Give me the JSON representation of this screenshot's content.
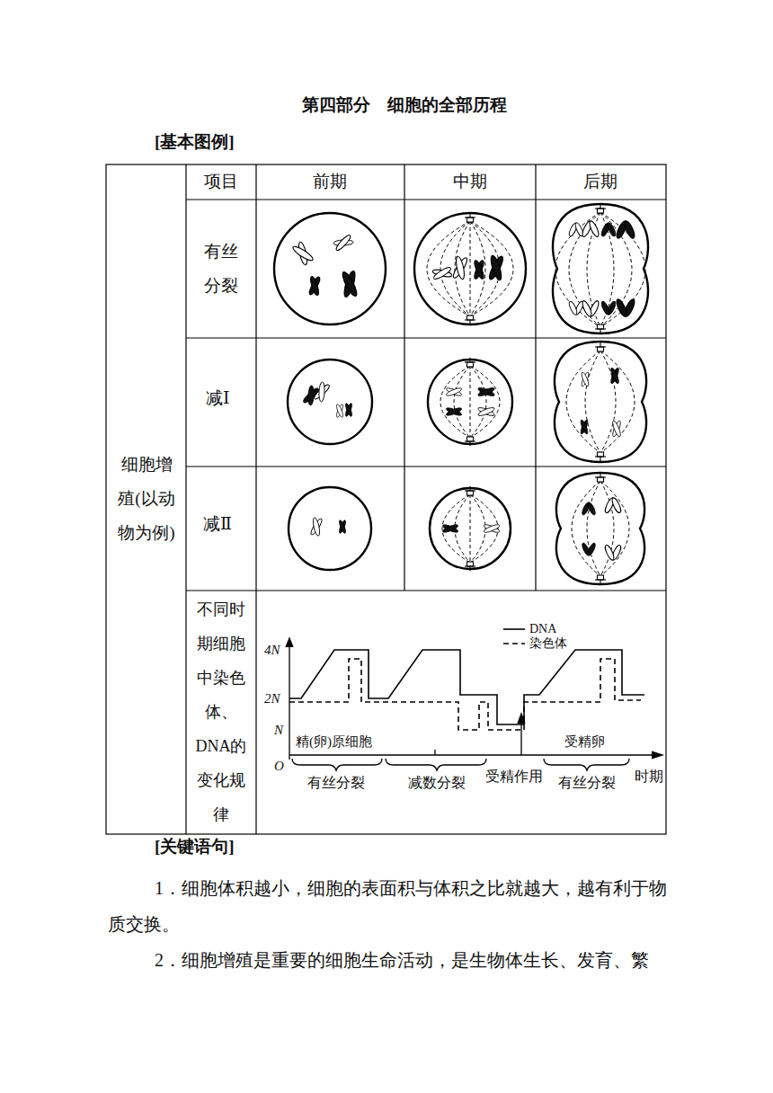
{
  "diagram": {
    "title": "第四部分　细胞的全部历程",
    "labels": [
      "[基本图例]",
      "细胞增殖(以动物为例)",
      "项目",
      "前期",
      "中期",
      "后期",
      "有丝分裂",
      "减Ⅰ",
      "减Ⅱ",
      "不同时期细胞中染色体、DNA的变化规律",
      "4N",
      "2N",
      "N",
      "O",
      "精(卵)原细胞",
      "受精卵",
      "有丝分裂",
      "减数分裂",
      "受精作用",
      "有丝分裂",
      "时期",
      "[关键语句]",
      "1．细胞体积越小，细胞的表面积与体积之比就越大，越有利于物质交换。",
      "2．细胞增殖是重要的细胞生命活动，是生物体生长、发育、繁"
    ],
    "legend": [
      {
        "text": "DNA"
      },
      {
        "text": "染色体"
      }
    ]
  }
}
